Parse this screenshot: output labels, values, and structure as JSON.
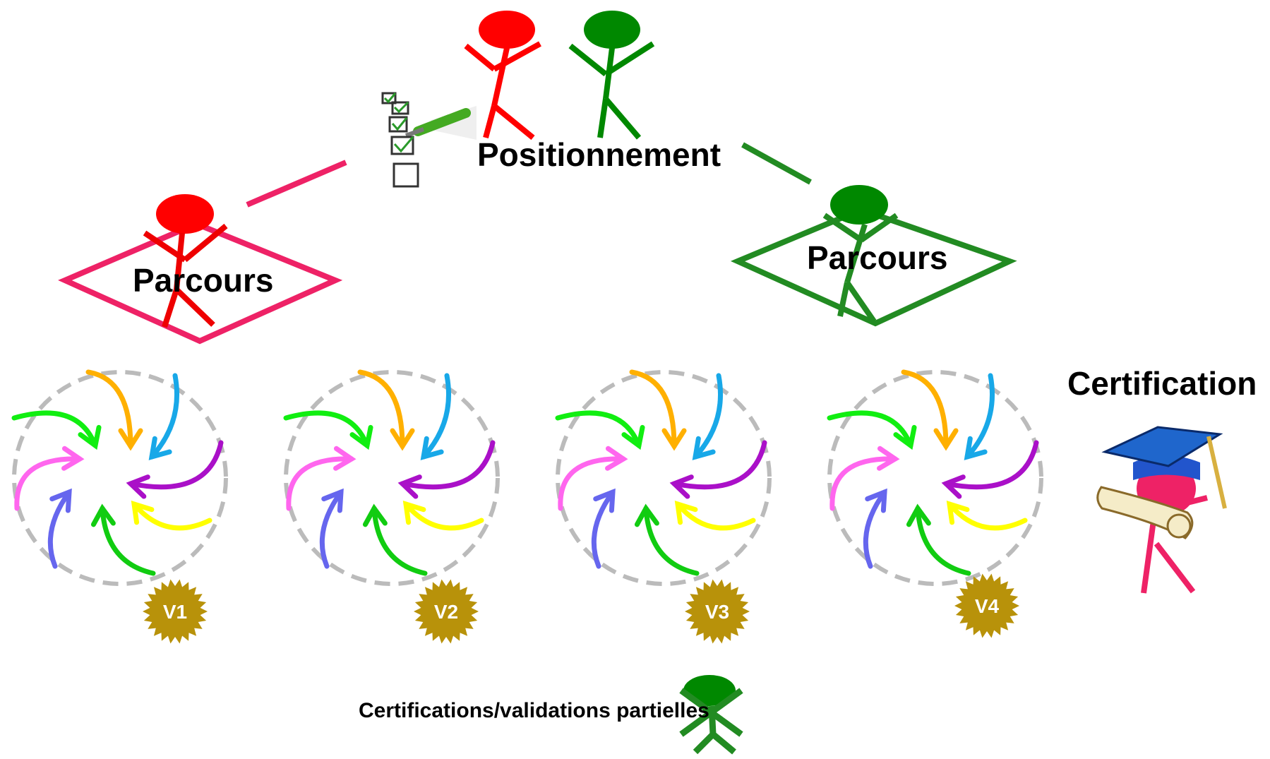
{
  "positionnement": {
    "label": "Positionnement"
  },
  "parcours_left": {
    "label": "Parcours",
    "color": "#ee2266",
    "person_color": "#ff0000"
  },
  "parcours_right": {
    "label": "Parcours",
    "color": "#228b22",
    "person_color": "#008800"
  },
  "certification": {
    "label": "Certification"
  },
  "partial": {
    "label": "Certifications/validations partielles"
  },
  "modules": [
    {
      "badge": "V1"
    },
    {
      "badge": "V2"
    },
    {
      "badge": "V3"
    },
    {
      "badge": "V4"
    }
  ],
  "colors": {
    "red_person": "#ff0000",
    "green_person": "#008800",
    "pink_person": "#ee2266",
    "badge_gold": "#b8920a",
    "circle_dash": "#bbbbbb",
    "arrows": [
      "#ffb000",
      "#18a8e8",
      "#aa10c8",
      "#ffff00",
      "#11cc11",
      "#6666ee",
      "#ff66ee",
      "#11ee11"
    ]
  }
}
